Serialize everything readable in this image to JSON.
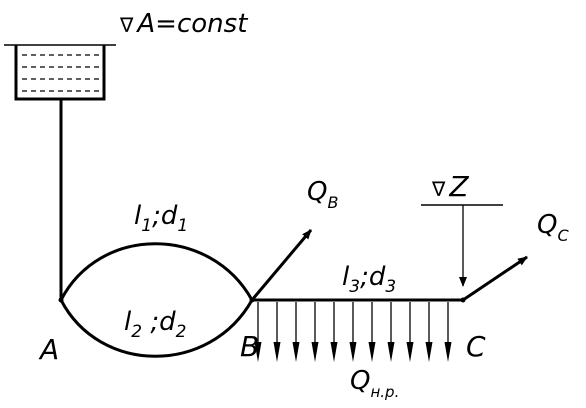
{
  "labels": {
    "reservoir_level_mark": "∇",
    "reservoir_level": "A=const",
    "z_level_mark": "∇",
    "z_level": "Z",
    "pipe1_l": "l",
    "pipe1_l_sub": "1",
    "pipe1_sep": ";",
    "pipe1_d": "d",
    "pipe1_d_sub": "1",
    "pipe2_l": "l",
    "pipe2_l_sub": "2",
    "pipe2_sep": " ;",
    "pipe2_d": "d",
    "pipe2_d_sub": "2",
    "pipe3_l": "l",
    "pipe3_l_sub": "3",
    "pipe3_sep": ";",
    "pipe3_d": "d",
    "pipe3_d_sub": "3",
    "flow_b_q": "Q",
    "flow_b_sub": "B",
    "flow_c_q": "Q",
    "flow_c_sub": "C",
    "flow_dist_q": "Q",
    "flow_dist_sub": "н.р.",
    "node_a": "A",
    "node_b": "B",
    "node_c": "C"
  },
  "distributed_flow_arrow_count": 11
}
